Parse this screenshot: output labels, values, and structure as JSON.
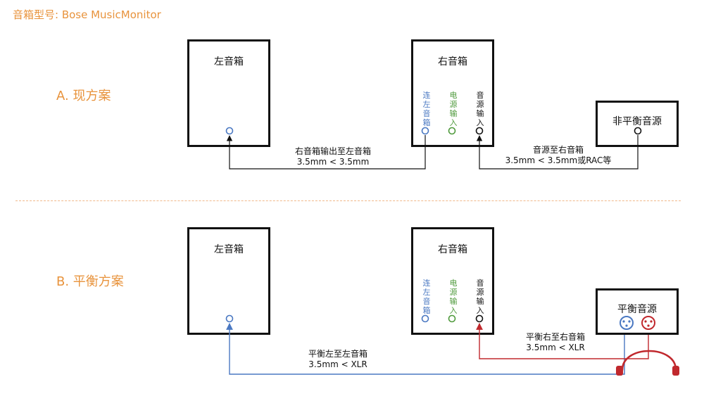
{
  "header": {
    "title": "音箱型号: Bose MusicMonitor"
  },
  "section_a": {
    "title": "A. 现方案",
    "left_speaker": "左音箱",
    "right_speaker": "右音箱",
    "source": "非平衡音源",
    "port_link": "连左音箱",
    "port_power": "电源输入",
    "port_input": "音源输入",
    "cable1_title": "右音箱输出至左音箱",
    "cable1_spec": "3.5mm < 3.5mm",
    "cable2_title": "音源至右音箱",
    "cable2_spec": "3.5mm < 3.5mm或RAC等"
  },
  "section_b": {
    "title": "B. 平衡方案",
    "left_speaker": "左音箱",
    "right_speaker": "右音箱",
    "source": "平衡音源",
    "port_link": "连左音箱",
    "port_power": "电源输入",
    "port_input": "音源输入",
    "cable1_title": "平衡左至左音箱",
    "cable1_spec": "3.5mm < XLR",
    "cable2_title": "平衡右至右音箱",
    "cable2_spec": "3.5mm < XLR"
  },
  "colors": {
    "accent": "#e8933c",
    "blue": "#4a78c2",
    "green": "#4f9a3c",
    "red": "#c0282d",
    "black": "#111111"
  }
}
